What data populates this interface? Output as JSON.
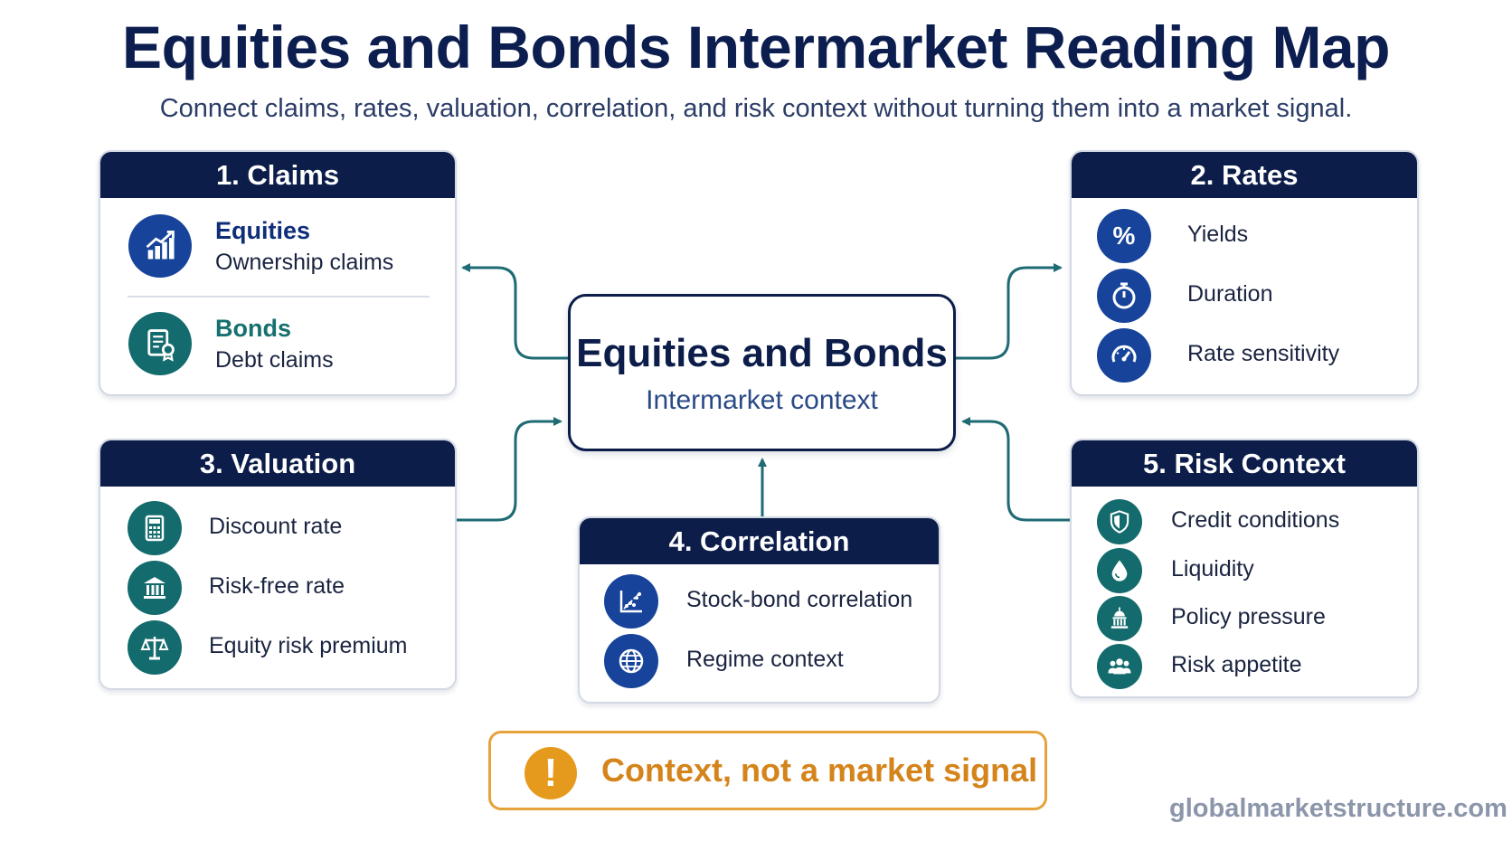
{
  "title": "Equities and Bonds Intermarket Reading Map",
  "subtitle": "Connect claims, rates, valuation, correlation, and risk context without turning them into a market signal.",
  "center": {
    "title": "Equities and Bonds",
    "subtitle": "Intermarket context"
  },
  "sections": {
    "claims": {
      "header": "1. Claims",
      "items": [
        {
          "title": "Equities",
          "desc": "Ownership claims",
          "icon": "chart-growth-icon"
        },
        {
          "title": "Bonds",
          "desc": "Debt claims",
          "icon": "certificate-icon"
        }
      ]
    },
    "rates": {
      "header": "2. Rates",
      "items": [
        {
          "label": "Yields",
          "icon": "percent-icon"
        },
        {
          "label": "Duration",
          "icon": "stopwatch-icon"
        },
        {
          "label": "Rate sensitivity",
          "icon": "gauge-icon"
        }
      ]
    },
    "valuation": {
      "header": "3. Valuation",
      "items": [
        {
          "label": "Discount rate",
          "icon": "calculator-icon"
        },
        {
          "label": "Risk-free rate",
          "icon": "bank-icon"
        },
        {
          "label": "Equity risk premium",
          "icon": "scales-icon"
        }
      ]
    },
    "correlation": {
      "header": "4. Correlation",
      "items": [
        {
          "label": "Stock-bond correlation",
          "icon": "scatter-plot-icon"
        },
        {
          "label": "Regime context",
          "icon": "globe-icon"
        }
      ]
    },
    "risk": {
      "header": "5. Risk Context",
      "items": [
        {
          "label": "Credit conditions",
          "icon": "shield-icon"
        },
        {
          "label": "Liquidity",
          "icon": "droplet-icon"
        },
        {
          "label": "Policy pressure",
          "icon": "capitol-icon"
        },
        {
          "label": "Risk appetite",
          "icon": "people-icon"
        }
      ]
    }
  },
  "callout": {
    "text": "Context, not a market signal",
    "icon": "exclamation-icon"
  },
  "footer": "globalmarketstructure.com",
  "colors": {
    "navy": "#0c1d4a",
    "blue": "#17449a",
    "teal": "#146b6d",
    "connector": "#1e6b74",
    "warning": "#e59a1d"
  }
}
